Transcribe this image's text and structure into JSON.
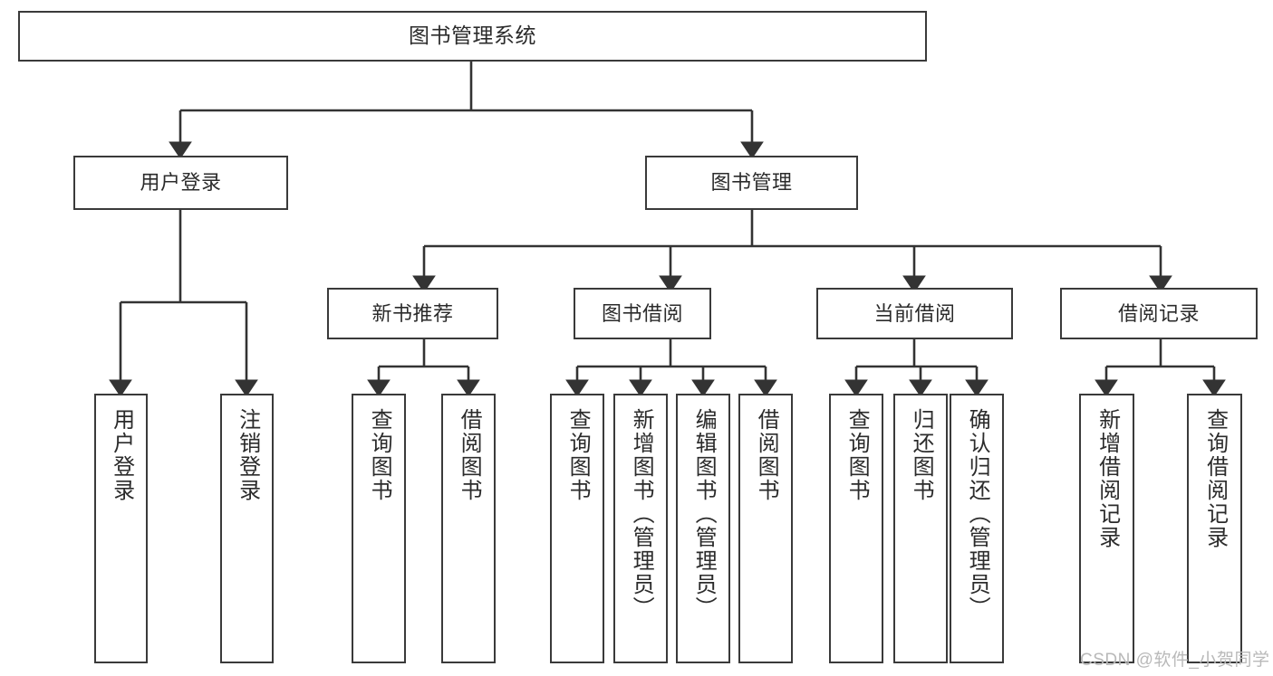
{
  "diagram": {
    "title": "图书管理系统",
    "watermark": "CSDN @软件_小贺同学",
    "colors": {
      "box_border": "#3a3a3a",
      "connector": "#333333",
      "background": "#ffffff",
      "text": "#2b2b2b",
      "watermark": "#b9b9b9"
    },
    "nodes": {
      "root": {
        "label": "图书管理系统"
      },
      "level2": [
        {
          "label": "用户登录"
        },
        {
          "label": "图书管理"
        }
      ],
      "level3": [
        {
          "label": "新书推荐"
        },
        {
          "label": "图书借阅"
        },
        {
          "label": "当前借阅"
        },
        {
          "label": "借阅记录"
        }
      ],
      "leaves_user_login": [
        {
          "label": "用户登录"
        },
        {
          "label": "注销登录"
        }
      ],
      "leaves_new_book": [
        {
          "label": "查询图书"
        },
        {
          "label": "借阅图书"
        }
      ],
      "leaves_borrow": [
        {
          "label": "查询图书"
        },
        {
          "label": "新增图书（管理员）"
        },
        {
          "label": "编辑图书（管理员）"
        },
        {
          "label": "借阅图书"
        }
      ],
      "leaves_current": [
        {
          "label": "查询图书"
        },
        {
          "label": "归还图书"
        },
        {
          "label": "确认归还（管理员）"
        }
      ],
      "leaves_records": [
        {
          "label": "新增借阅记录"
        },
        {
          "label": "查询借阅记录"
        }
      ]
    }
  }
}
